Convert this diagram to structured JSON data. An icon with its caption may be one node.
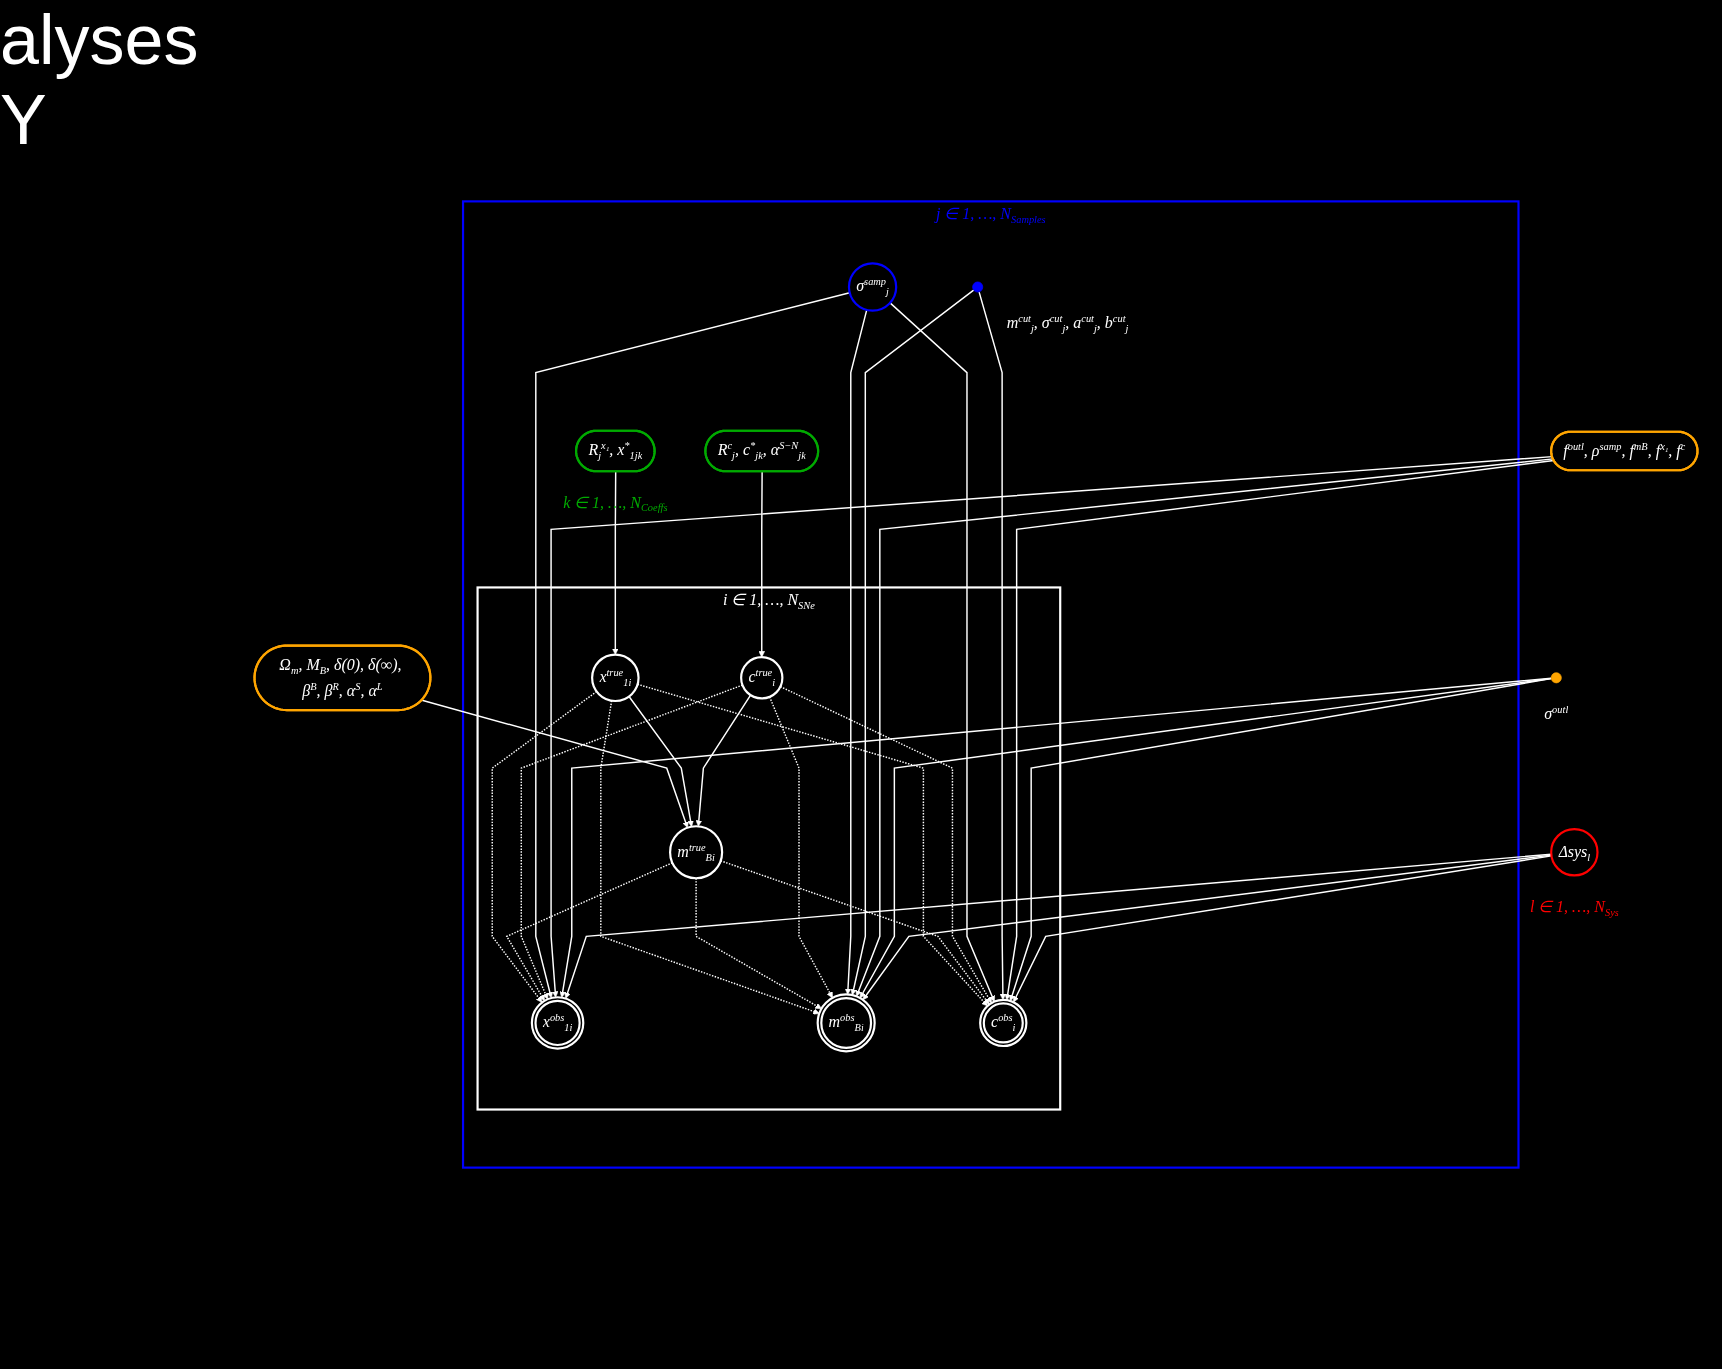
{
  "diagram": {
    "nodes": [
      {
        "text": [
          "Ω$_{m}$, M$_{B}$, δ(0), δ(∞), β$^{B}$, β$^{R}$, α$^{S}$, α$^{L}$"
        ]
      },
      {
        "text": [
          "j ∈ 1, …, N$_{Samples}$"
        ]
      },
      {
        "text": [
          "i ∈ 1, …, N$_{SNe}$"
        ],
        "in": 1
      },
      {
        "text": [
          "R$_{j}$$^{x₁}$, x$^{*}$$_{1jk}$"
        ],
        "beside": [
          "k ∈ 1, …, N$_{Coeffs}$"
        ],
        "in": 1
      },
      {
        "text": [
          "x$^{true}$$_{1i}$"
        ],
        "in": 2
      },
      {
        "text": [
          "m$^{true}$$_{Bi}$"
        ],
        "in": 2
      },
      {
        "text": [
          "c$^{true}$$_{i}$"
        ],
        "in": 2
      },
      {
        "text": [
          "R$^{c}$$_{j}$, c$^{*}$$_{jk}$, α$^{S−N}$$_{jk}$"
        ],
        "in": 1
      },
      {
        "text": [
          "x$^{obs}$$_{1i}$"
        ],
        "in": 2
      },
      {
        "text": [
          "m$^{obs}$$_{Bi}$"
        ],
        "in": 2
      },
      {
        "text": [
          "c$^{obs}$$_{i}$"
        ],
        "in": 2
      },
      {
        "text": [
          "σ$^{samp}$$_{j}$"
        ],
        "in": 1
      },
      {
        "text": [],
        "shape": "circle",
        "beside": [
          "m$^{cut}$$_{j}$, σ$^{cut}$$_{j}$, a$^{cut}$$_{j}$, b$^{cut}$$_{j}$"
        ],
        "in": 1
      },
      {
        "text": [
          "f$^{outl}$, ρ$^{samp}$, f$^{mB}$, f$^{x₁}$, f$^{c}$"
        ]
      },
      {
        "text": [],
        "shape": "circle",
        "beside": [
          "σ$^{outl}$"
        ]
      },
      {
        "text": [
          "Δsys$_{l}$"
        ],
        "beside": [
          "l ∈ 1, …, N$_{Sys}$"
        ]
      }
    ],
    "edges": [
      {
        "from": 0,
        "to": 5,
        "arrow": "to"
      },
      {
        "from": 3,
        "to": 4,
        "arrow": "to"
      },
      {
        "from": 7,
        "to": 6,
        "arrow": "to"
      },
      {
        "from": 4,
        "to": 5,
        "arrow": "to"
      },
      {
        "from": 6,
        "to": 5,
        "arrow": "to"
      },
      {
        "from": 4,
        "to": 8,
        "arrow": "to",
        "style": "dashed"
      },
      {
        "from": 4,
        "to": 9,
        "arrow": "to",
        "style": "dashed"
      },
      {
        "from": 4,
        "to": 10,
        "arrow": "to",
        "style": "dashed"
      },
      {
        "from": 5,
        "to": 8,
        "arrow": "to",
        "style": "dashed"
      },
      {
        "from": 5,
        "to": 9,
        "arrow": "to",
        "style": "dashed"
      },
      {
        "from": 5,
        "to": 10,
        "arrow": "to",
        "style": "dashed"
      },
      {
        "from": 6,
        "to": 8,
        "arrow": "to",
        "style": "dashed"
      },
      {
        "from": 6,
        "to": 9,
        "arrow": "to",
        "style": "dashed"
      },
      {
        "from": 6,
        "to": 10,
        "arrow": "to",
        "style": "dashed"
      },
      {
        "from": 11,
        "to": 8,
        "arrow": "to"
      },
      {
        "from": 11,
        "to": 9,
        "arrow": "to"
      },
      {
        "from": 11,
        "to": 10,
        "arrow": "to"
      },
      {
        "from": 12,
        "to": 9,
        "arrow": "to"
      },
      {
        "from": 12,
        "to": 10,
        "arrow": "to"
      },
      {
        "from": 13,
        "to": 8,
        "arrow": "to"
      },
      {
        "from": 13,
        "to": 9,
        "arrow": "to"
      },
      {
        "from": 13,
        "to": 10,
        "arrow": "to"
      },
      {
        "from": 14,
        "to": 8,
        "arrow": "to"
      },
      {
        "from": 14,
        "to": 9,
        "arrow": "to"
      },
      {
        "from": 14,
        "to": 10,
        "arrow": "to"
      },
      {
        "from": 15,
        "to": 8,
        "arrow": "to"
      },
      {
        "from": 15,
        "to": 9,
        "arrow": "to"
      },
      {
        "from": 15,
        "to": 10,
        "arrow": "to"
      }
    ],
    "labels": [
      "alyses",
      "Y"
    ]
  }
}
